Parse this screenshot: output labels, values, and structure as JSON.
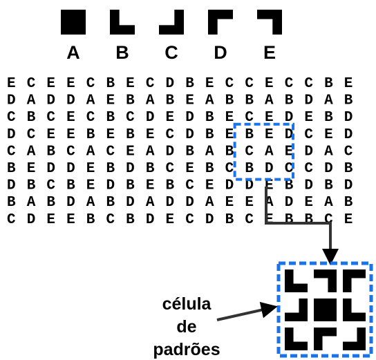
{
  "legend": [
    {
      "letter": "A",
      "pattern": "full"
    },
    {
      "letter": "B",
      "pattern": "bottom-left"
    },
    {
      "letter": "C",
      "pattern": "bottom-right"
    },
    {
      "letter": "D",
      "pattern": "top-left"
    },
    {
      "letter": "E",
      "pattern": "top-right"
    }
  ],
  "grid_rows": [
    "ECEECBECDBECCECCBE",
    "DADDAEBABEABBABDAB",
    "CBCECBCDEDBECEDEBD",
    "DCEEBEBECDBEBEDCED",
    "CABCACEADBABCAEDAC",
    "BEDDEBDBCEBCBDCCDB",
    "DBCBEDBEBCEDDEBDBD",
    "BABDABDADDAEEADEAB",
    "CDEEBCBDECDBCEBBCE"
  ],
  "highlight": {
    "row_start": 3,
    "col_start": 12,
    "rows": 3,
    "cols": 3
  },
  "pattern_cell": [
    [
      "bottom-left",
      "top-right",
      "top-left"
    ],
    [
      "bottom-right",
      "full",
      "bottom-left"
    ],
    [
      "bottom-left",
      "top-left",
      "bottom-right"
    ]
  ],
  "caption_lines": [
    "célula",
    "de",
    "padrões"
  ],
  "colors": {
    "highlight": "#1a73e8",
    "ink": "#000000"
  }
}
